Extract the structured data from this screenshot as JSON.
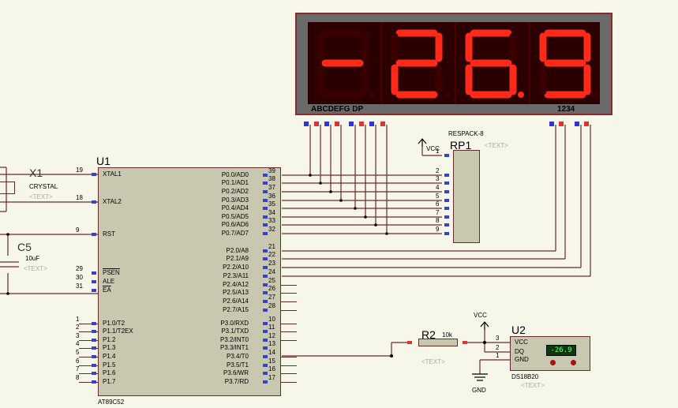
{
  "display": {
    "digits": [
      "-",
      "2",
      "6.",
      "9"
    ],
    "segment_label": "ABCDEFG DP",
    "digit_label": "1234",
    "segment_color": "#ff2a1a",
    "off_color": "#3a0000",
    "body_color": "#6a6a6a"
  },
  "mcu": {
    "ref": "U1",
    "part": "AT89C52",
    "left_pins": [
      {
        "num": "19",
        "name": "XTAL1"
      },
      {
        "num": "18",
        "name": "XTAL2"
      },
      {
        "num": "9",
        "name": "RST"
      },
      {
        "num": "29",
        "name": "PSEN"
      },
      {
        "num": "30",
        "name": "ALE"
      },
      {
        "num": "31",
        "name": "EA"
      },
      {
        "num": "1",
        "name": "P1.0/T2"
      },
      {
        "num": "2",
        "name": "P1.1/T2EX"
      },
      {
        "num": "3",
        "name": "P1.2"
      },
      {
        "num": "4",
        "name": "P1.3"
      },
      {
        "num": "5",
        "name": "P1.4"
      },
      {
        "num": "6",
        "name": "P1.5"
      },
      {
        "num": "7",
        "name": "P1.6"
      },
      {
        "num": "8",
        "name": "P1.7"
      }
    ],
    "right_pins": [
      {
        "num": "39",
        "name": "P0.0/AD0"
      },
      {
        "num": "38",
        "name": "P0.1/AD1"
      },
      {
        "num": "37",
        "name": "P0.2/AD2"
      },
      {
        "num": "36",
        "name": "P0.3/AD3"
      },
      {
        "num": "35",
        "name": "P0.4/AD4"
      },
      {
        "num": "34",
        "name": "P0.5/AD5"
      },
      {
        "num": "33",
        "name": "P0.6/AD6"
      },
      {
        "num": "32",
        "name": "P0.7/AD7"
      },
      {
        "num": "21",
        "name": "P2.0/A8"
      },
      {
        "num": "22",
        "name": "P2.1/A9"
      },
      {
        "num": "23",
        "name": "P2.2/A10"
      },
      {
        "num": "24",
        "name": "P2.3/A11"
      },
      {
        "num": "25",
        "name": "P2.4/A12"
      },
      {
        "num": "26",
        "name": "P2.5/A13"
      },
      {
        "num": "27",
        "name": "P2.6/A14"
      },
      {
        "num": "28",
        "name": "P2.7/A15"
      },
      {
        "num": "10",
        "name": "P3.0/RXD"
      },
      {
        "num": "11",
        "name": "P3.1/TXD"
      },
      {
        "num": "12",
        "name": "P3.2/INT0"
      },
      {
        "num": "13",
        "name": "P3.3/INT1"
      },
      {
        "num": "14",
        "name": "P3.4/T0"
      },
      {
        "num": "15",
        "name": "P3.5/T1"
      },
      {
        "num": "16",
        "name": "P3.6/WR"
      },
      {
        "num": "17",
        "name": "P3.7/RD"
      }
    ]
  },
  "crystal": {
    "ref": "X1",
    "value": "CRYSTAL",
    "text": "<TEXT>"
  },
  "capacitor": {
    "ref": "C5",
    "value": "10uF",
    "text": "<TEXT>"
  },
  "respack": {
    "part": "RESPACK-8",
    "ref": "RP1",
    "text": "<TEXT>",
    "vcc": "VCC",
    "pins": [
      "1",
      "2",
      "3",
      "4",
      "5",
      "6",
      "7",
      "8",
      "9"
    ]
  },
  "resistor": {
    "ref": "R2",
    "value": "10k",
    "text": "<TEXT>"
  },
  "sensor": {
    "ref": "U2",
    "part": "DS18B20",
    "text": "<TEXT>",
    "reading": "-26.9",
    "pins": [
      {
        "num": "3",
        "name": "VCC"
      },
      {
        "num": "2",
        "name": "DQ"
      },
      {
        "num": "1",
        "name": "GND"
      }
    ]
  },
  "power": {
    "vcc": "VCC",
    "gnd": "GND"
  }
}
